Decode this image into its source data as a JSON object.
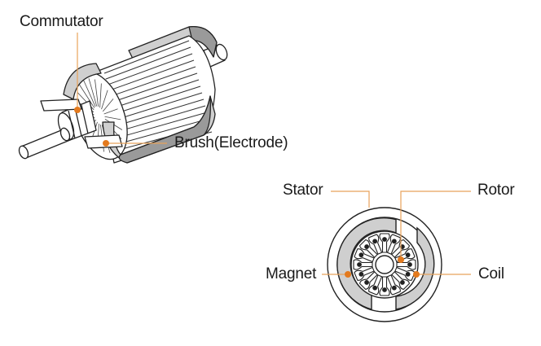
{
  "labels": {
    "commutator": "Commutator",
    "brush": "Brush(Electrode)",
    "stator": "Stator",
    "rotor": "Rotor",
    "magnet": "Magnet",
    "coil": "Coil"
  },
  "colors": {
    "leader_line": "#e8a25a",
    "marker_dot": "#e37a1e",
    "outline": "#222222",
    "magnet_fill": "#cfcfcf",
    "shadow_fill": "#9a9a9a"
  }
}
